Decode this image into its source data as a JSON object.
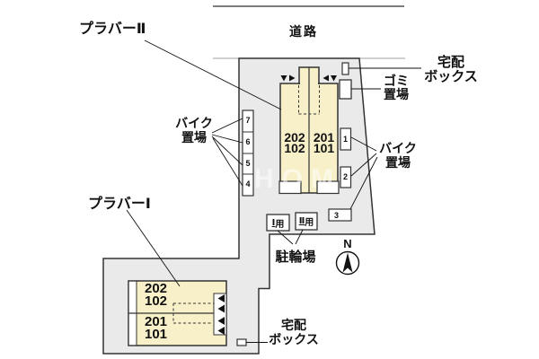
{
  "page": {
    "building2_label": "プラバーⅡ",
    "building1_label": "プラバーⅠ",
    "road_label": "道路",
    "north_label": "N",
    "watermark": "HOM"
  },
  "annotations": {
    "delivery_box_top": {
      "line1": "宅配",
      "line2": "ボックス"
    },
    "garbage_area": {
      "line1": "ゴミ",
      "line2": "置場"
    },
    "bike_area_right": {
      "line1": "バイク",
      "line2": "置場"
    },
    "bike_area_left": {
      "line1": "バイク",
      "line2": "置場"
    },
    "bicycle_parking_label": "駐輪場",
    "delivery_box_bottom": {
      "line1": "宅配",
      "line2": "ボックス"
    }
  },
  "building2": {
    "left_column": {
      "line1": "202",
      "line2": "102"
    },
    "right_column": {
      "line1": "201",
      "line2": "101"
    }
  },
  "building1": {
    "upper_row": {
      "line1": "202",
      "line2": "102"
    },
    "lower_row": {
      "line1": "201",
      "line2": "101"
    }
  },
  "bike_spots": {
    "left": [
      "7",
      "6",
      "5",
      "4"
    ],
    "right": [
      "1",
      "2",
      "3"
    ]
  },
  "parking_tags": {
    "tag1": {
      "numeral": "Ⅰ",
      "suffix": "用"
    },
    "tag2": {
      "numeral": "Ⅱ",
      "suffix": "用"
    }
  },
  "colors": {
    "site_fill": "#eaeaea",
    "building_fill": "#f7f0c8",
    "outline": "#333333",
    "road_line": "#7d7d7d",
    "road_edge": "#b5b5b5"
  }
}
